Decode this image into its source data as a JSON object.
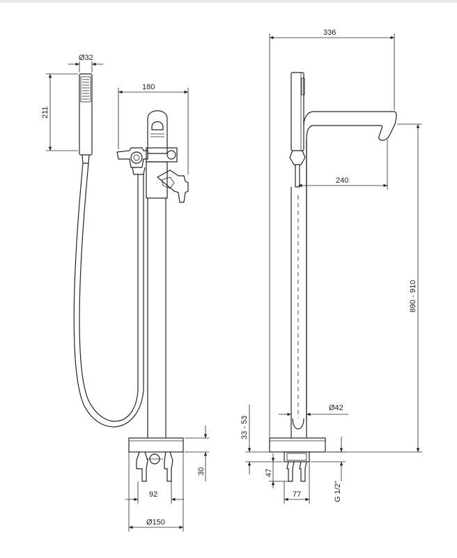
{
  "dimensions": {
    "shower_diameter": "Ø32",
    "shower_height": "211",
    "spout_reach_front": "180",
    "total_width": "336",
    "spout_reach_side": "240",
    "total_height": "890 - 910",
    "column_diameter": "Ø42",
    "base_adjust": "33 - 53",
    "base_height": "30",
    "pipe_depth": "47",
    "thread": "G 1/2\"",
    "inlet_spacing": "92",
    "inlet_spacing_side": "77",
    "base_diameter": "Ø150"
  }
}
